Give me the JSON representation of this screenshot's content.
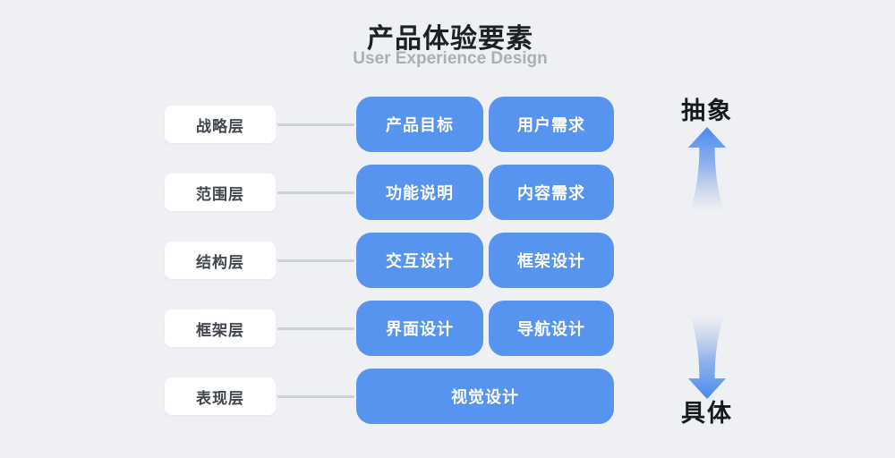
{
  "header": {
    "title": "产品体验要素",
    "subtitle": "User Experience Design"
  },
  "rows": [
    {
      "layer": "战略层",
      "items": [
        "产品目标",
        "用户需求"
      ]
    },
    {
      "layer": "范围层",
      "items": [
        "功能说明",
        "内容需求"
      ]
    },
    {
      "layer": "结构层",
      "items": [
        "交互设计",
        "框架设计"
      ]
    },
    {
      "layer": "框架层",
      "items": [
        "界面设计",
        "导航设计"
      ]
    },
    {
      "layer": "表现层",
      "items": [
        "视觉设计"
      ]
    }
  ],
  "axis": {
    "top_label": "抽象",
    "bottom_label": "具体"
  },
  "colors": {
    "background": "#eef0f4",
    "item_blue": "#5794f0",
    "arrow_blue": "#4a87f0",
    "connector_gray": "#cbcfd6",
    "subtitle_gray": "#a9aeb8"
  }
}
